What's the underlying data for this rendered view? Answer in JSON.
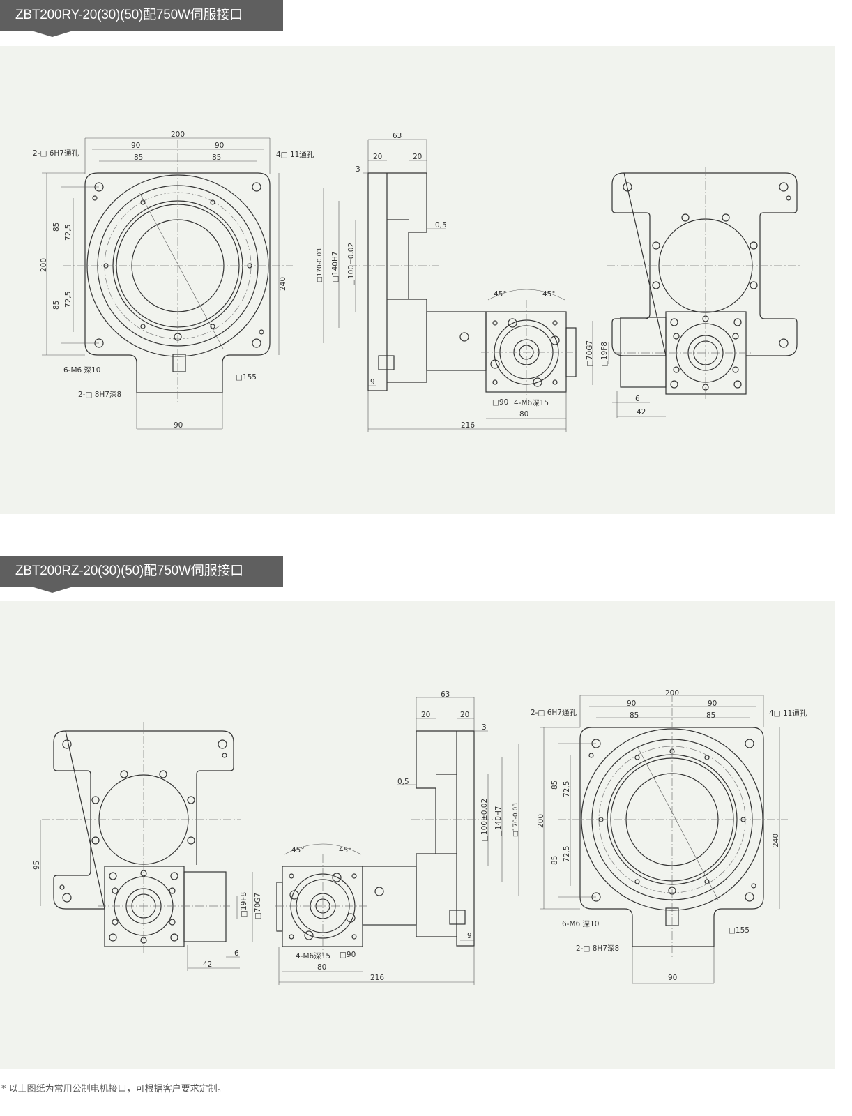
{
  "sections": [
    {
      "title": "ZBT200RY-20(30)(50)配750W伺服接口",
      "top_view": [
        "200",
        "90",
        "90",
        "85",
        "85",
        "2-□ 6H7通孔",
        "4□ 11通孔",
        "85",
        "72,5",
        "200",
        "85",
        "72,5",
        "240",
        "6-M6 深10",
        "□155",
        "2-□ 8H7深8",
        "90"
      ],
      "side_view": [
        "63",
        "20",
        "20",
        "3",
        "0,5",
        "□170-0.03",
        "□140H7",
        "□100±0.02",
        "45°",
        "45°",
        "9",
        "□90",
        "4-M6深15",
        "80",
        "216"
      ],
      "motor_view": [
        "□70G7",
        "□19F8",
        "6",
        "42"
      ]
    },
    {
      "title": "ZBT200RZ-20(30)(50)配750W伺服接口",
      "top_view": [
        "200",
        "90",
        "90",
        "85",
        "85",
        "2-□ 6H7通孔",
        "4□ 11通孔",
        "85",
        "72,5",
        "200",
        "85",
        "72,5",
        "240",
        "6-M6 深10",
        "□155",
        "2-□ 8H7深8",
        "90"
      ],
      "side_view": [
        "63",
        "20",
        "20",
        "3",
        "0,5",
        "□170-0.03",
        "□140H7",
        "□100±0.02",
        "45°",
        "45°",
        "9",
        "□90",
        "4-M6深15",
        "80",
        "216"
      ],
      "motor_view": [
        "95",
        "□19F8",
        "□70G7",
        "6",
        "42"
      ]
    }
  ],
  "footnote": "*  以上图纸为常用公制电机接口，可根据客户要求定制。"
}
